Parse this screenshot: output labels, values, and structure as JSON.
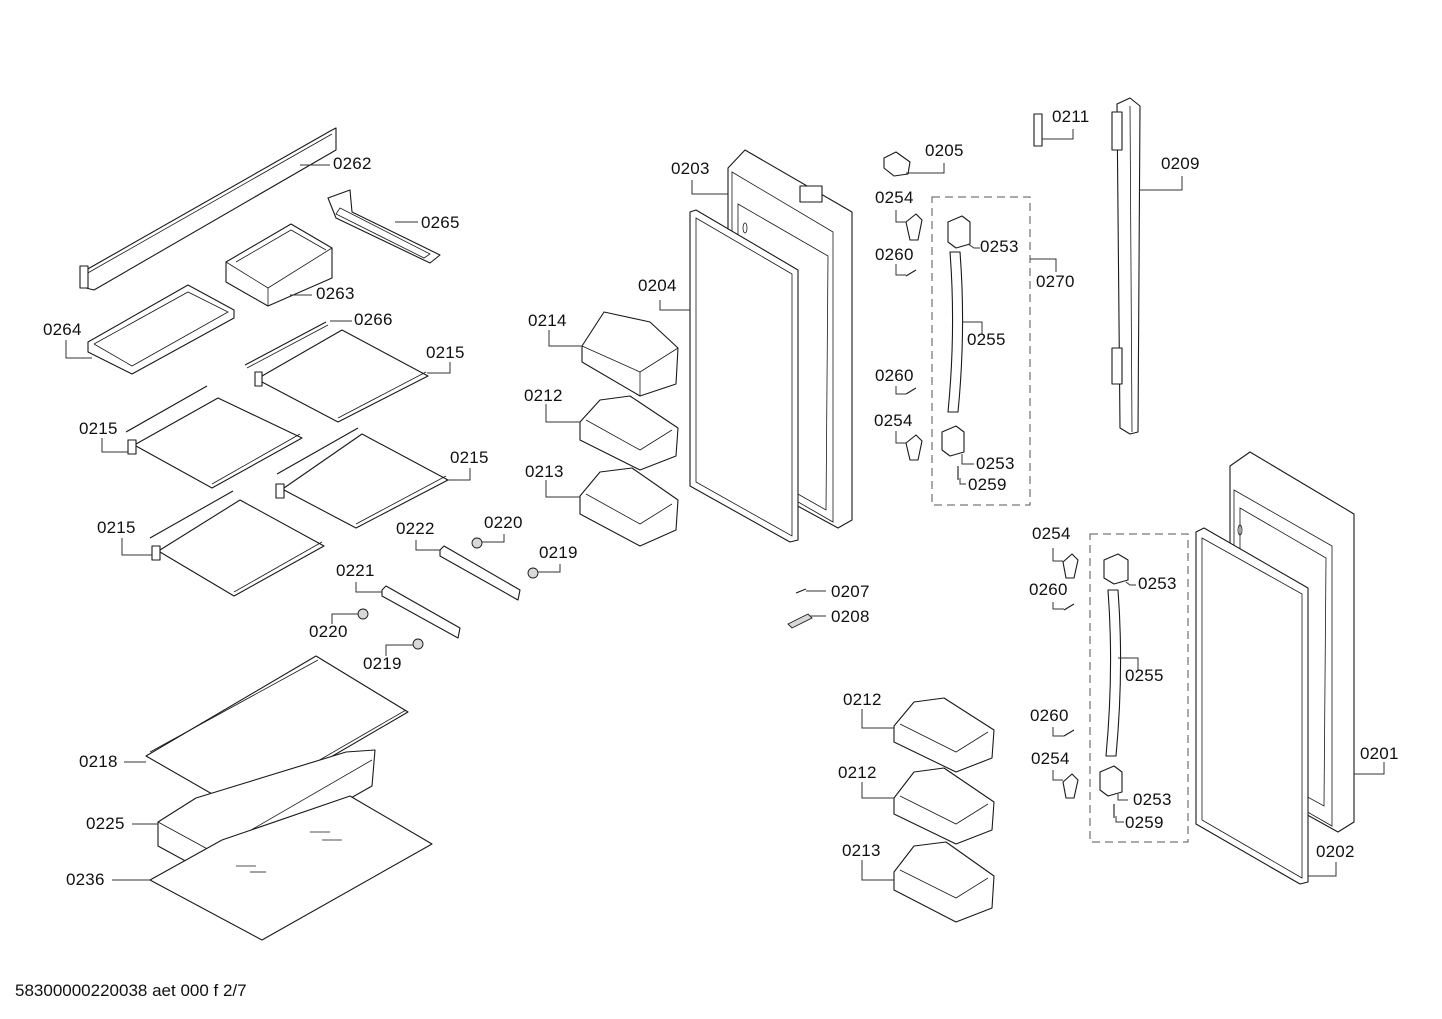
{
  "document": {
    "type": "exploded parts diagram",
    "footer_code": "58300000220038 aet 000 f 2/7"
  },
  "callouts": {
    "c0262": "0262",
    "c0265": "0265",
    "c0263": "0263",
    "c0264": "0264",
    "c0266": "0266",
    "c0215a": "0215",
    "c0215b": "0215",
    "c0215c": "0215",
    "c0215d": "0215",
    "c0222": "0222",
    "c0220a": "0220",
    "c0219a": "0219",
    "c0221": "0221",
    "c0220b": "0220",
    "c0219b": "0219",
    "c0218": "0218",
    "c0225": "0225",
    "c0236": "0236",
    "c0203": "0203",
    "c0204": "0204",
    "c0214": "0214",
    "c0212a": "0212",
    "c0213a": "0213",
    "c0205": "0205",
    "c0211": "0211",
    "c0209": "0209",
    "c0254a": "0254",
    "c0253a": "0253",
    "c0260a": "0260",
    "c0270": "0270",
    "c0255a": "0255",
    "c0260b": "0260",
    "c0254b": "0254",
    "c0253b": "0253",
    "c0259a": "0259",
    "c0207": "0207",
    "c0208": "0208",
    "c0254c": "0254",
    "c0253c": "0253",
    "c0260c": "0260",
    "c0255b": "0255",
    "c0260d": "0260",
    "c0254d": "0254",
    "c0253d": "0253",
    "c0259b": "0259",
    "c0212b": "0212",
    "c0212c": "0212",
    "c0213b": "0213",
    "c0201": "0201",
    "c0202": "0202"
  }
}
